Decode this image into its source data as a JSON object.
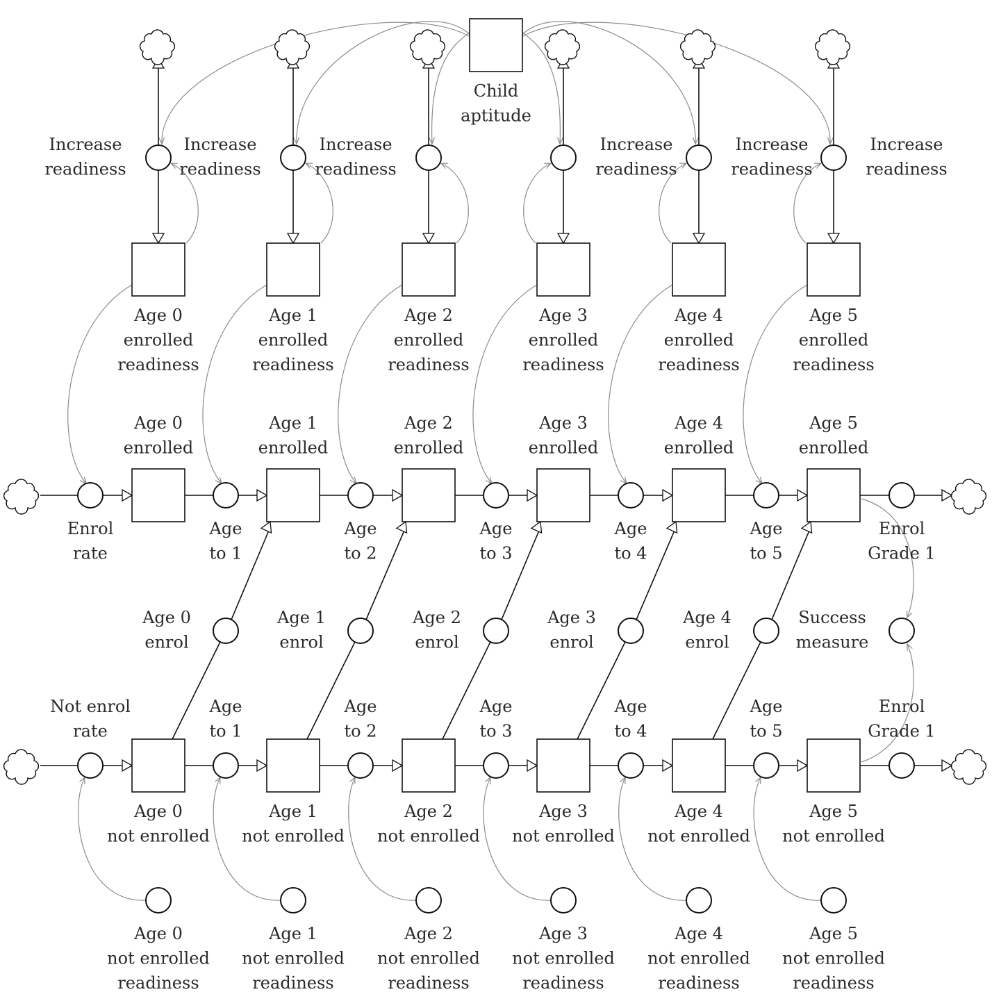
{
  "title": "",
  "ages": [
    "0",
    "1",
    "2",
    "3",
    "4",
    "5"
  ],
  "child_aptitude_label": [
    "Child",
    "aptitude"
  ],
  "increase_readiness_label": [
    "Increase",
    "readiness"
  ],
  "enrolled_readiness_labels": [
    [
      "Age 0",
      "enrolled",
      "readiness"
    ],
    [
      "Age 1",
      "enrolled",
      "readiness"
    ],
    [
      "Age 2",
      "enrolled",
      "readiness"
    ],
    [
      "Age 3",
      "enrolled",
      "readiness"
    ],
    [
      "Age 4",
      "enrolled",
      "readiness"
    ],
    [
      "Age 5",
      "enrolled",
      "readiness"
    ]
  ],
  "enrolled_labels": [
    [
      "Age 0",
      "enrolled"
    ],
    [
      "Age 1",
      "enrolled"
    ],
    [
      "Age 2",
      "enrolled"
    ],
    [
      "Age 3",
      "enrolled"
    ],
    [
      "Age 4",
      "enrolled"
    ],
    [
      "Age 5",
      "enrolled"
    ]
  ],
  "enrolled_flow_labels": [
    [
      "Enrol",
      "rate"
    ],
    [
      "Age",
      "to 1"
    ],
    [
      "Age",
      "to 2"
    ],
    [
      "Age",
      "to 3"
    ],
    [
      "Age",
      "to 4"
    ],
    [
      "Age",
      "to 5"
    ],
    [
      "Enrol",
      "Grade 1"
    ]
  ],
  "enrol_transfer_labels": [
    [
      "Age 0",
      "enrol"
    ],
    [
      "Age 1",
      "enrol"
    ],
    [
      "Age 2",
      "enrol"
    ],
    [
      "Age 3",
      "enrol"
    ],
    [
      "Age 4",
      "enrol"
    ]
  ],
  "success_measure_label": [
    "Success",
    "measure"
  ],
  "not_enrolled_flow_labels": [
    [
      "Not enrol",
      "rate"
    ],
    [
      "Age",
      "to 1"
    ],
    [
      "Age",
      "to 2"
    ],
    [
      "Age",
      "to 3"
    ],
    [
      "Age",
      "to 4"
    ],
    [
      "Age",
      "to 5"
    ],
    [
      "Enrol",
      "Grade 1"
    ]
  ],
  "not_enrolled_labels": [
    [
      "Age 0",
      "not enrolled"
    ],
    [
      "Age 1",
      "not enrolled"
    ],
    [
      "Age 2",
      "not enrolled"
    ],
    [
      "Age 3",
      "not enrolled"
    ],
    [
      "Age 4",
      "not enrolled"
    ],
    [
      "Age 5",
      "not enrolled"
    ]
  ],
  "not_enrolled_readiness_labels": [
    [
      "Age 0",
      "not enrolled",
      "readiness"
    ],
    [
      "Age 1",
      "not enrolled",
      "readiness"
    ],
    [
      "Age 2",
      "not enrolled",
      "readiness"
    ],
    [
      "Age 3",
      "not enrolled",
      "readiness"
    ],
    [
      "Age 4",
      "not enrolled",
      "readiness"
    ],
    [
      "Age 5",
      "not enrolled",
      "readiness"
    ]
  ]
}
